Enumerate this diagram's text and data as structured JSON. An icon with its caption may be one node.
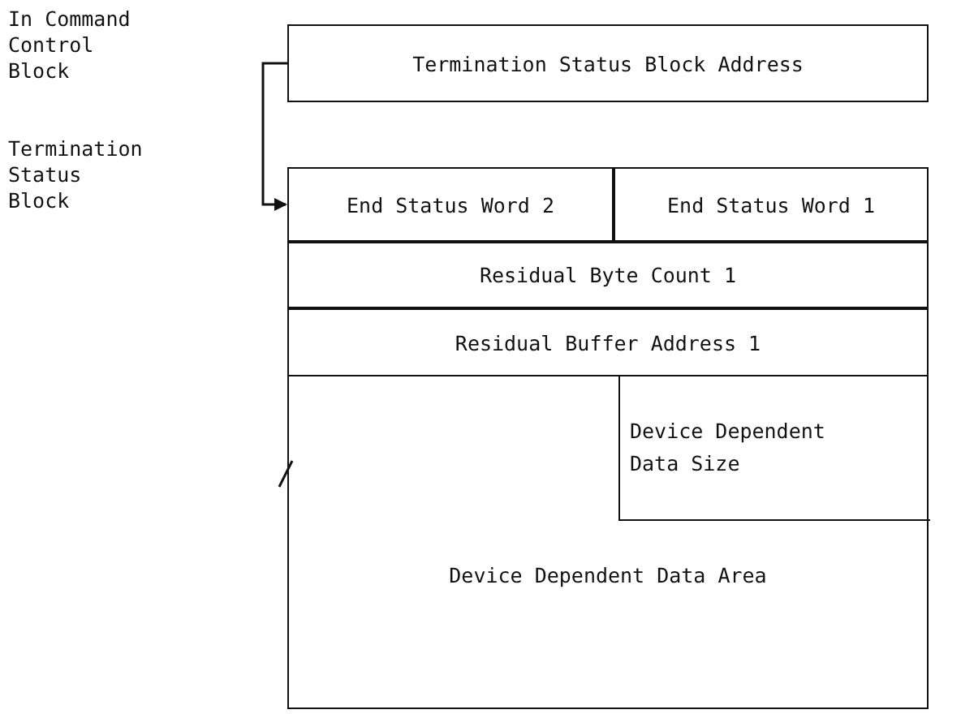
{
  "diagram": {
    "nodes": [
      {
        "text": [
          "Termination Status Block Address"
        ]
      },
      {
        "text": [
          "End Status Word 2"
        ]
      },
      {
        "text": [
          "End Status Word 1"
        ]
      },
      {
        "text": [
          "Residual Byte Count 1"
        ]
      },
      {
        "text": [
          "Residual Buffer Address 1"
        ]
      },
      {
        "text": [
          "Device Dependent Data Area"
        ]
      },
      {
        "text": [
          "Device Dependent Data Size"
        ],
        "in": 5
      }
    ],
    "edges": [
      {
        "from": 0,
        "to": 1,
        "arrow": "to"
      }
    ],
    "labels": [
      "In Command Control Block",
      "Termination Status Block"
    ]
  }
}
